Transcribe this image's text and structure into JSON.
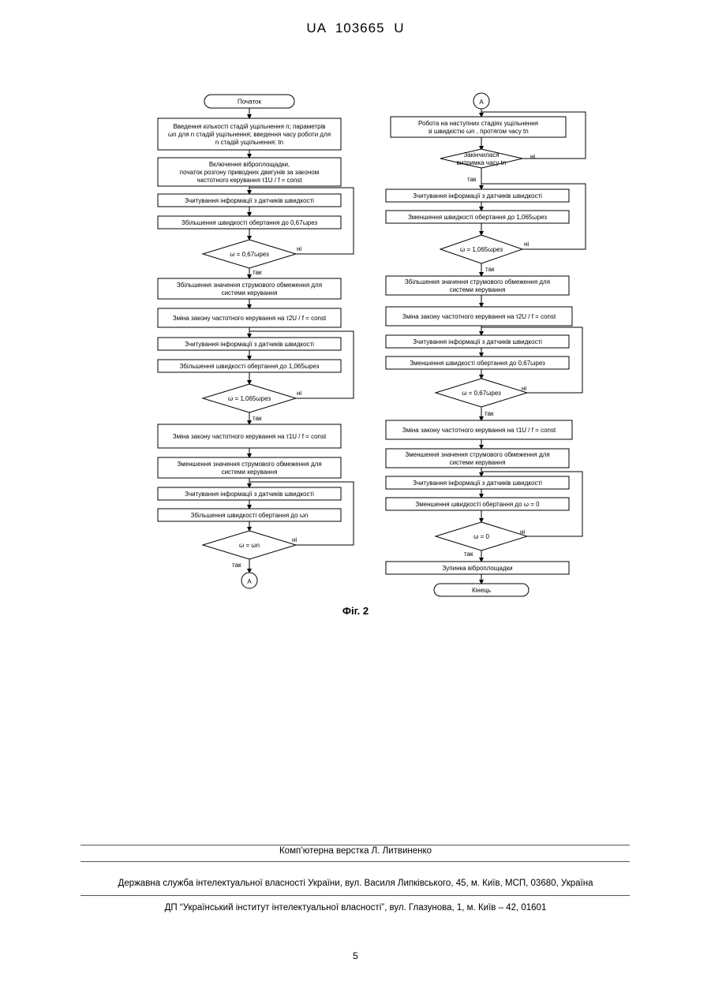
{
  "document_id": "UA   103665   U",
  "flowchart_left": {
    "start": "Початок",
    "boxes": [
      [
        "Введення кількості стадій ущільнення n; параметрів",
        "ωn для n стадій ущільнення; введення часу роботи для",
        "n стадій ущільнення: tn"
      ],
      [
        "Включення віброплощадки,",
        "початок розгону приводних двигунів за законом",
        "частотного керування τ1U / f = const"
      ],
      [
        "Зчитування інформації з датчиків швидкості"
      ],
      [
        "Збільшення швидкості обертання до 0,67ωрез"
      ],
      [
        "Збільшення значення струмового обмеження для",
        "системи керування"
      ],
      [
        "Зміна закону частотного керування на τ2U / f = const"
      ],
      [
        "Зчитування інформації з датчиків швидкості"
      ],
      [
        "Збільшення швидкості обертання до 1,065ωрез"
      ],
      [
        "Зміна закону частотного керування на τ1U / f = const"
      ],
      [
        "Зменшення значення струмового обмеження для",
        "системи керування"
      ],
      [
        "Зчитування інформації з датчиків швидкості"
      ],
      [
        "Збільшення швидкості обертання до ωn"
      ]
    ],
    "decisions": [
      "ω = 0,67ωрез",
      "ω = 1,065ωрез",
      "ω = ωn"
    ],
    "connector": "A"
  },
  "flowchart_right": {
    "connector": "A",
    "boxes": [
      [
        "Робота на наступних стадіях ущільнення",
        "зі швидкістю ωn , протягом часу tn"
      ],
      [
        "Зчитування інформації з датчиків швидкості"
      ],
      [
        "Зменшення швидкості обертання до 1,065ωрез"
      ],
      [
        "Збільшення значення струмового обмеження для",
        "системи керування"
      ],
      [
        "Зміна закону частотного керування на τ2U / f = const"
      ],
      [
        "Зчитування інформації з датчиків швидкості"
      ],
      [
        "Зменшення швидкості обертання до 0,67ωрез"
      ],
      [
        "Зміна закону частотного керування на τ1U / f = const"
      ],
      [
        "Зменшення значення струмового обмеження для",
        "системи керування"
      ],
      [
        "Зчитування інформації з датчиків швидкості"
      ],
      [
        "Зменшення швидкості обертання до ω = 0"
      ],
      [
        "Зупинка віброплощадки"
      ]
    ],
    "decisions": [
      [
        "Закінчилася",
        "витримка часу tn"
      ],
      [
        "ω = 1,065ωрез"
      ],
      [
        "ω = 0,67ωрез"
      ],
      [
        "ω = 0"
      ]
    ],
    "end": "Кінець"
  },
  "labels": {
    "yes": "так",
    "no": "ні"
  },
  "figure_caption": "Фіг. 2",
  "footer": {
    "layout": "Комп’ютерна верстка Л. Литвиненко",
    "service": "Державна служба інтелектуальної власності України, вул. Василя Липківського, 45, м. Київ, МСП, 03680, Україна",
    "institute": "ДП “Український інститут інтелектуальної власності”, вул. Глазунова, 1, м. Київ – 42, 01601"
  },
  "page_number": "5"
}
